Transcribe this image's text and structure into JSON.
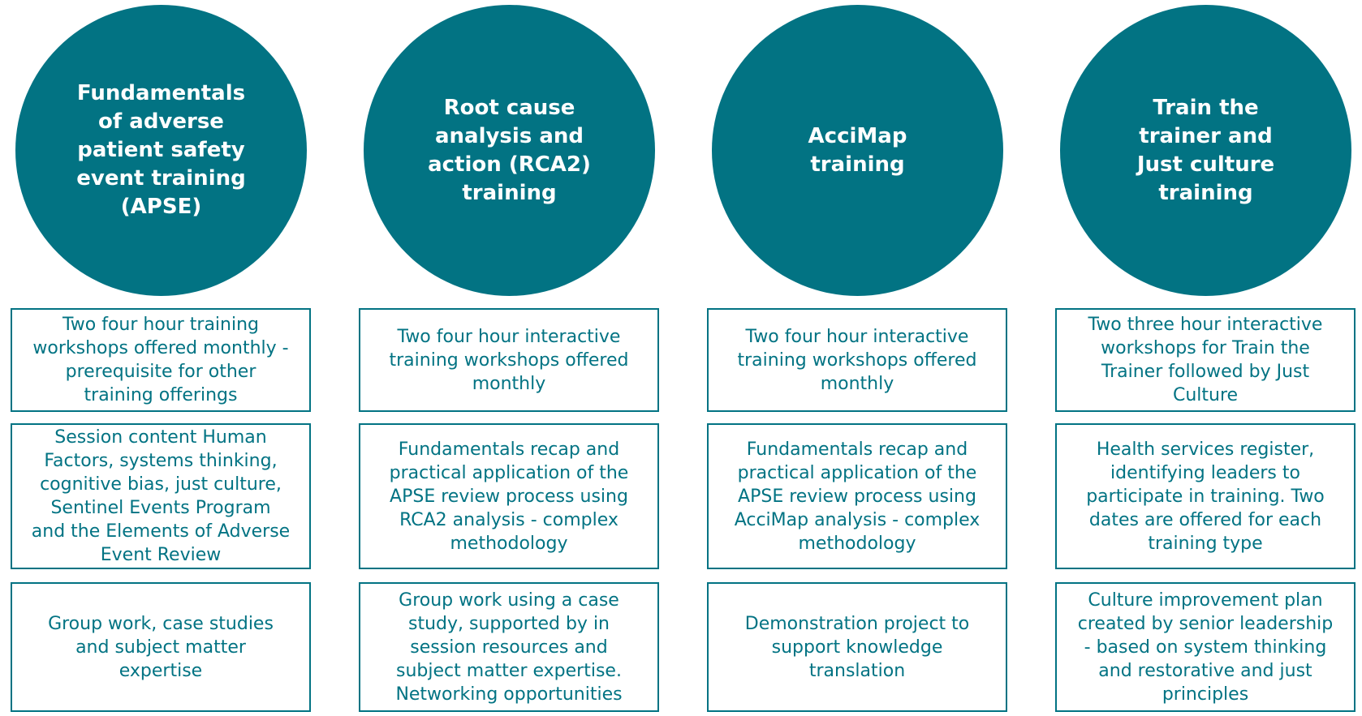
{
  "colors": {
    "primary": "#027383",
    "background": "#ffffff",
    "circle_text": "#ffffff"
  },
  "columns": [
    {
      "title": "Fundamentals\nof adverse\npatient safety\nevent training\n(APSE)",
      "boxes": [
        "Two four hour training\nworkshops offered monthly -\nprerequisite for other\ntraining offerings",
        "Session content Human\nFactors, systems thinking,\ncognitive bias, just culture,\nSentinel Events Program\nand the Elements of Adverse\nEvent Review",
        "Group work, case studies\nand subject matter\nexpertise"
      ]
    },
    {
      "title": "Root cause\nanalysis and\naction (RCA2)\ntraining",
      "boxes": [
        "Two four hour interactive\ntraining workshops offered\nmonthly",
        "Fundamentals recap and\npractical application of the\nAPSE review process using\nRCA2 analysis - complex\nmethodology",
        "Group work using a case\nstudy, supported by in\nsession resources and\nsubject matter expertise.\nNetworking opportunities"
      ]
    },
    {
      "title": "AcciMap\ntraining",
      "boxes": [
        "Two four hour interactive\ntraining workshops offered\nmonthly",
        "Fundamentals recap and\npractical application of the\nAPSE review process using\nAcciMap analysis - complex\nmethodology",
        "Demonstration project to\nsupport knowledge\ntranslation"
      ]
    },
    {
      "title": "Train the\ntrainer and\nJust culture\ntraining",
      "boxes": [
        "Two three hour interactive\nworkshops for Train the\nTrainer followed by Just\nCulture",
        "Health services register,\nidentifying leaders to\nparticipate in training. Two\ndates are offered for each\ntraining type",
        "Culture improvement plan\ncreated by senior leadership\n- based on system thinking\nand restorative and just\nprinciples"
      ]
    }
  ]
}
